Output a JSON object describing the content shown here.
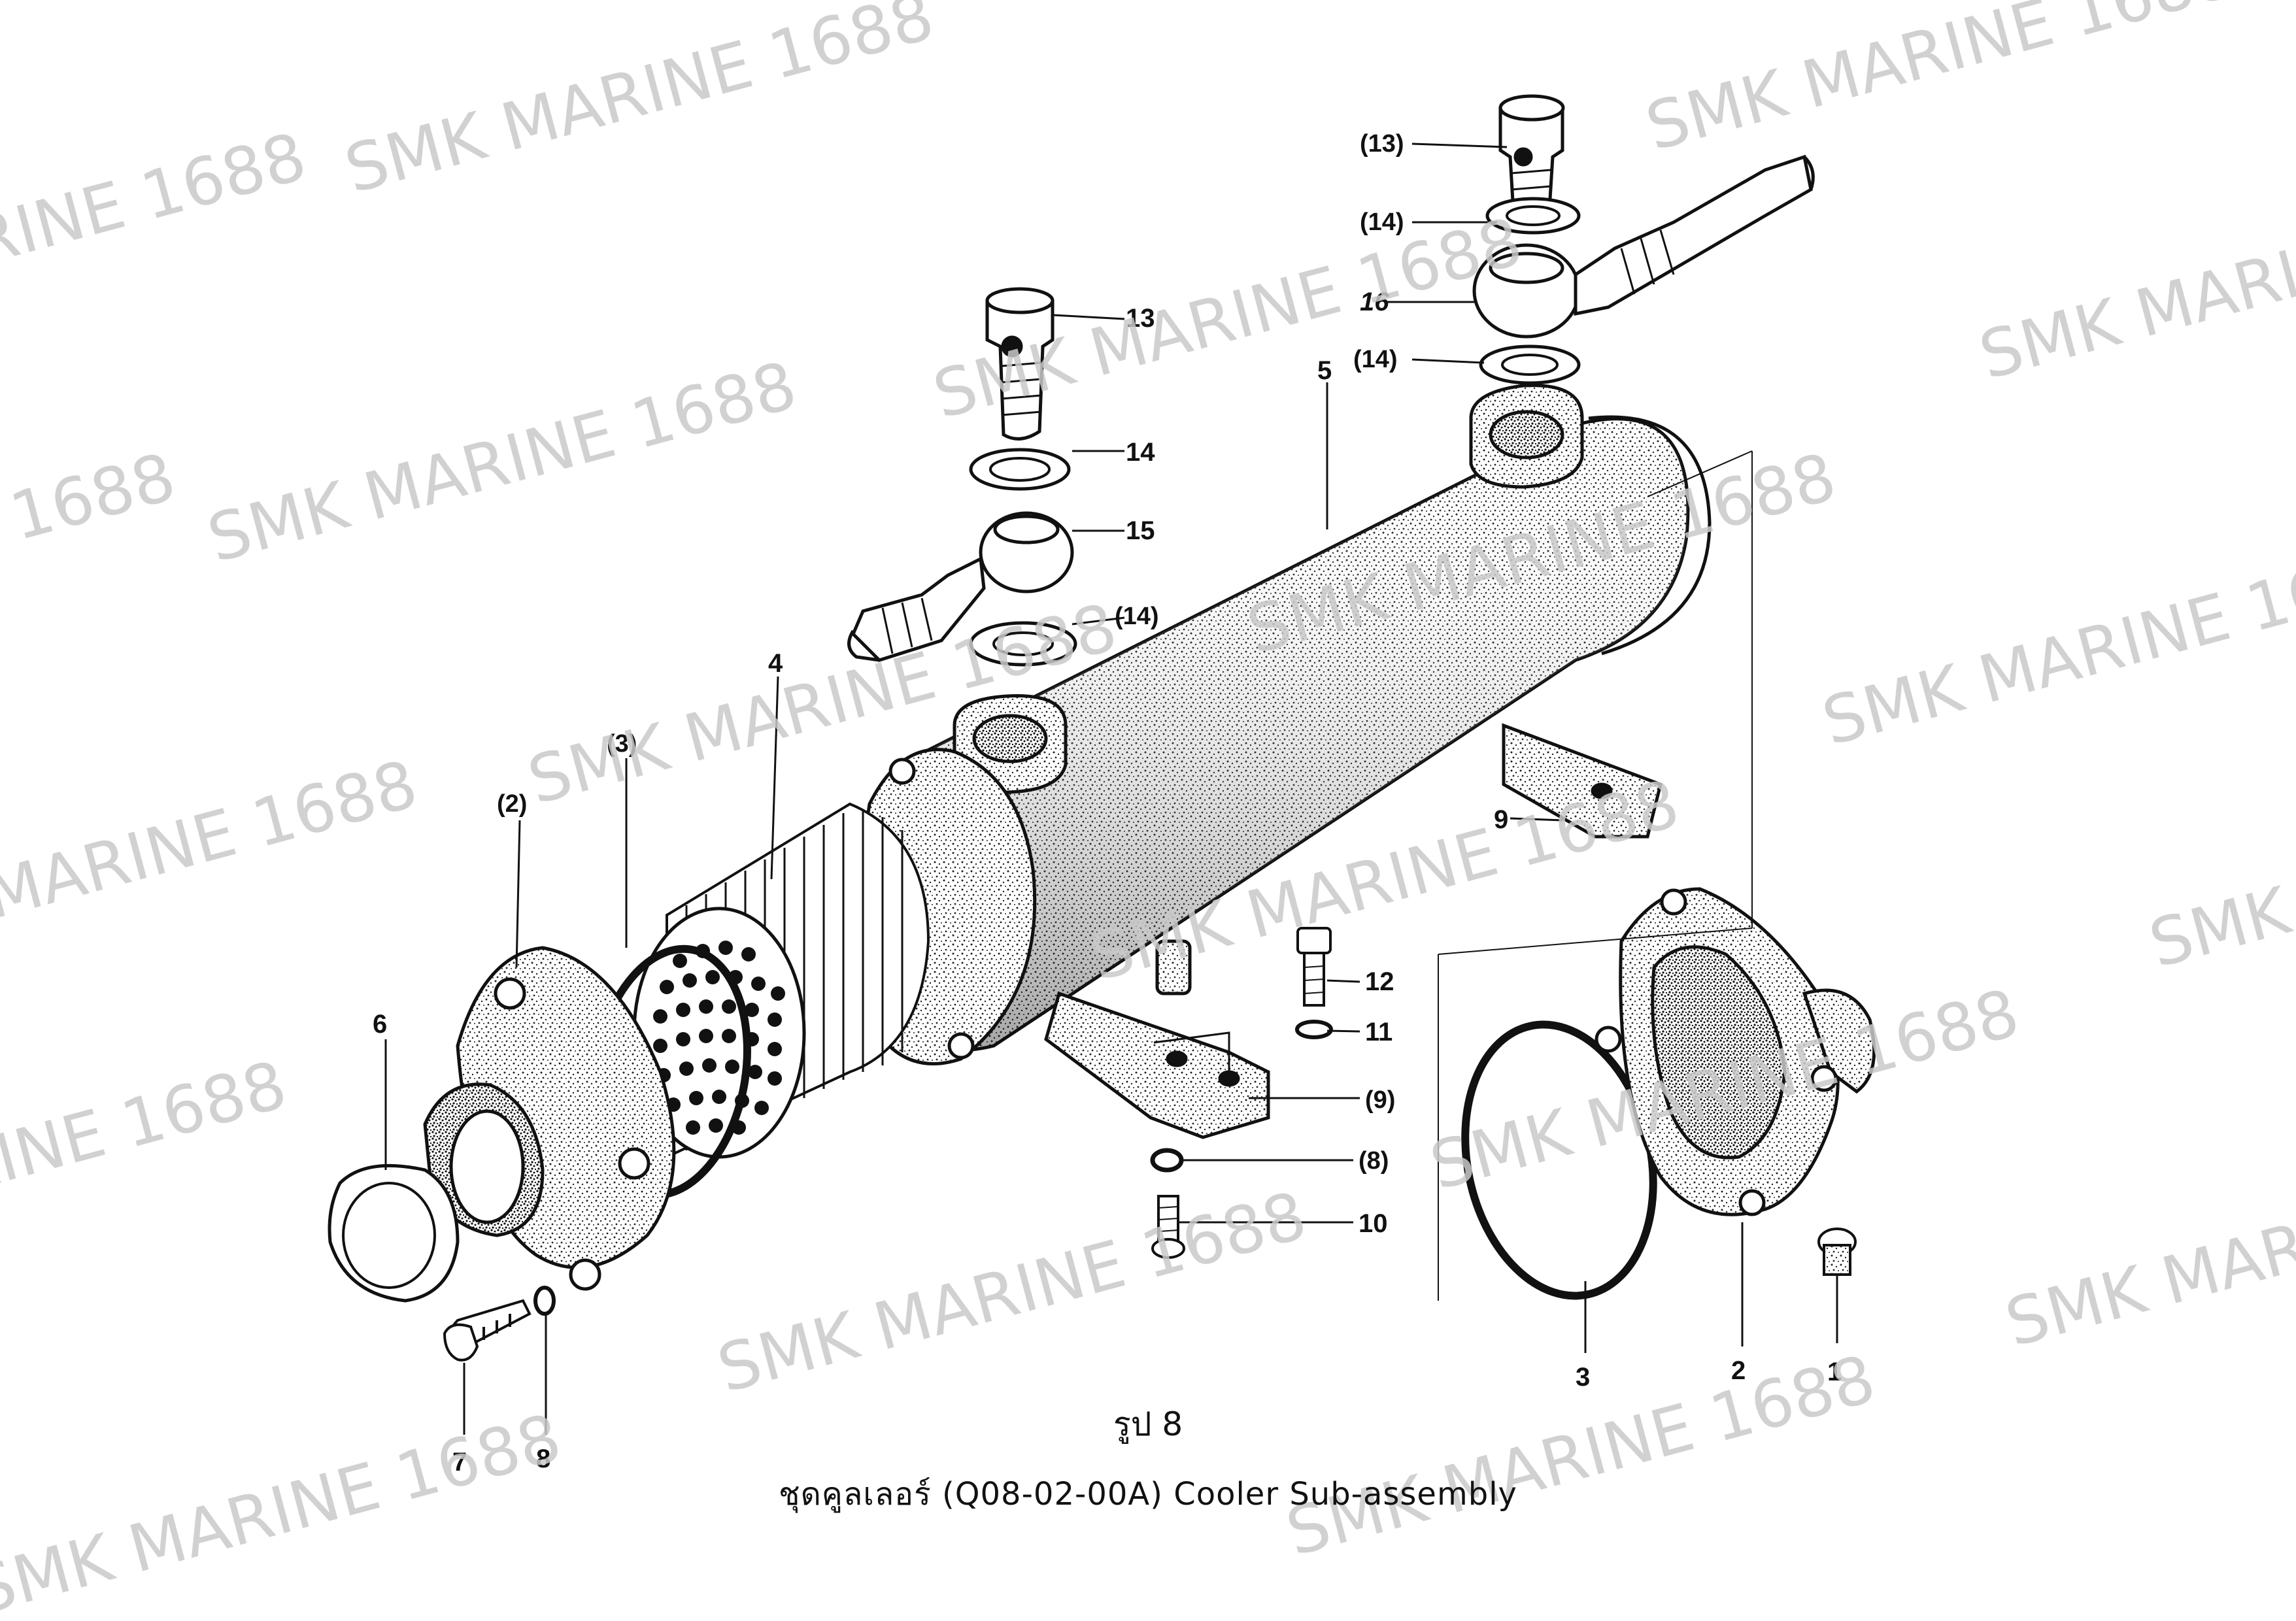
{
  "watermark": "SMK MARINE 1688",
  "figure": {
    "number": "รูป 8",
    "title": "ชุดคูลเลอร์ (Q08-02-00A)  Cooler Sub-assembly"
  },
  "callouts": {
    "c13_top": "(13)",
    "c14_top": "(14)",
    "c16": "16",
    "c14_mid": "(14)",
    "c5": "5",
    "c13": "13",
    "c14": "14",
    "c15": "15",
    "c14_low": "(14)",
    "c4": "4",
    "c3p": "(3)",
    "c2p": "(2)",
    "c9": "9",
    "c6": "6",
    "c12": "12",
    "c11": "11",
    "c9p": "(9)",
    "c8p": "(8)",
    "c10": "10",
    "c7": "7",
    "c8": "8",
    "c3": "3",
    "c2": "2",
    "c1": "1"
  },
  "colors": {
    "ink": "#111111",
    "watermark": "#c9c9c9",
    "stipple": "#2a2a2a"
  }
}
